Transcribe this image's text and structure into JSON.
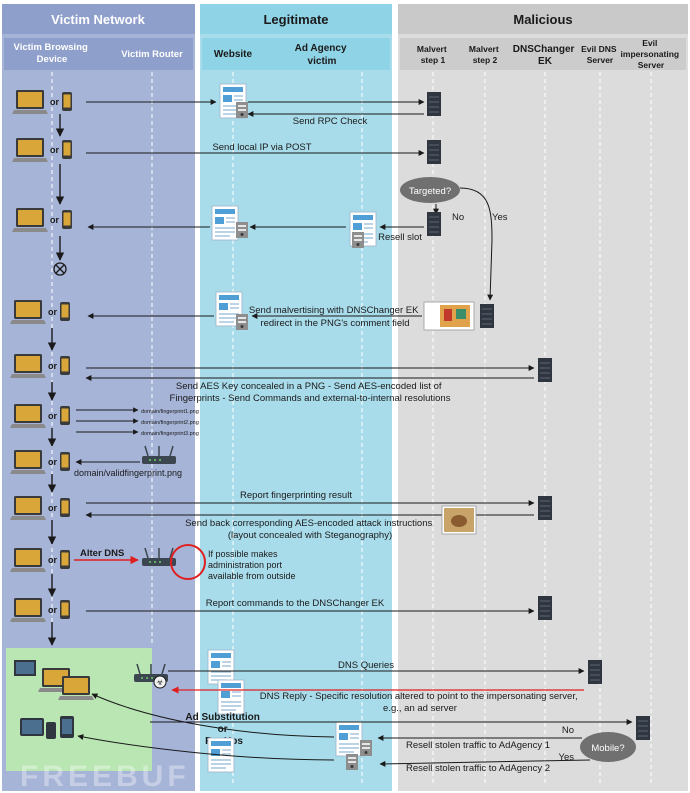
{
  "header": {
    "victim": "Victim Network",
    "legit": "Legitimate",
    "malicious": "Malicious"
  },
  "columns": {
    "victim_device": [
      "Victim Browsing",
      "Device"
    ],
    "victim_router": "Victim Router",
    "website": "Website",
    "ad_agency": [
      "Ad Agency",
      "victim"
    ],
    "malvert1": [
      "Malvert",
      "step 1"
    ],
    "malvert2": [
      "Malvert",
      "step 2"
    ],
    "dnschanger": [
      "DNSChanger",
      "EK"
    ],
    "evil_dns": [
      "Evil DNS",
      "Server"
    ],
    "evil_imp": [
      "Evil",
      "impersonating",
      "Server"
    ]
  },
  "or_label": "or",
  "messages": {
    "m1": "Send RPC Check",
    "m2": "Send local IP via POST",
    "decision": "Targeted?",
    "no": "No",
    "yes": "Yes",
    "resell": "Resell slot",
    "malv": [
      "Send malvertising with DNSChanger EK",
      "redirect in the PNG's comment field"
    ],
    "aes": [
      "Send AES Key concealed in a PNG - Send AES-encoded list of",
      "Fingerprints - Send Commands and external-to-internal resolutions"
    ],
    "fp_files": [
      "domain/fingerprint1.png",
      "domain/fingerprint2.png",
      "domain/fingerprint3.png"
    ],
    "valid_fp": "domain/validfingerprint.png",
    "report_fp": "Report fingerprinting result",
    "attack": [
      "Send back corresponding AES-encoded attack instructions",
      "(layout concealed with Steganography)"
    ],
    "alter_dns": "Alter DNS",
    "admin_port": [
      "If possible makes",
      "administration port",
      "available from outside"
    ],
    "report_cmd": "Report commands to the DNSChanger EK",
    "dns_queries": "DNS Queries",
    "dns_reply": [
      "DNS Reply - Specific resolution altered to point to the impersonating server,",
      "e.g., an ad server"
    ],
    "ad_sub": [
      "Ad Substitution",
      "or",
      "PopUps"
    ],
    "no2": "No",
    "mobile": "Mobile?",
    "yes2": "Yes",
    "resell1": "Resell stolen traffic to AdAgency 1",
    "resell2": "Resell stolen traffic to AdAgency 2"
  },
  "watermark": "FREEBUF",
  "colors": {
    "victim_bg": "#a6b4d8",
    "legit_bg": "#a9dceb",
    "mal_bg": "#dcdcdc",
    "victim_header": "#8e9fcb",
    "legit_header": "#8fd3e6",
    "mal_header": "#c9c9c9",
    "alert_red": "#e02020",
    "green_box": "#b9e6b3"
  }
}
